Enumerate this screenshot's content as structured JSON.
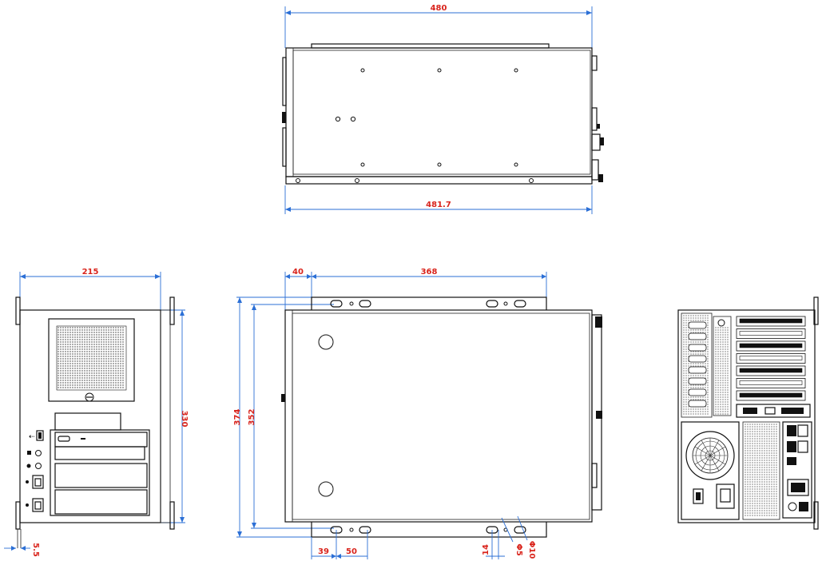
{
  "top_view": {
    "dim_width_top": "480",
    "dim_width_bottom": "481.7"
  },
  "front_view": {
    "dim_width": "215",
    "dim_height": "330",
    "dim_foot": "5.5"
  },
  "side_view": {
    "dim_offset": "40",
    "dim_span": "368",
    "dim_total_height": "374",
    "dim_inner_height": "352",
    "dim_slot_39": "39",
    "dim_slot_50": "50",
    "dim_slot_14": "14",
    "dim_hole_5": "Φ5",
    "dim_hole_10": "Φ10"
  },
  "colors": {
    "outline": "#111111",
    "dimension_line": "#2b6fd6",
    "dimension_text": "#d9241c"
  }
}
